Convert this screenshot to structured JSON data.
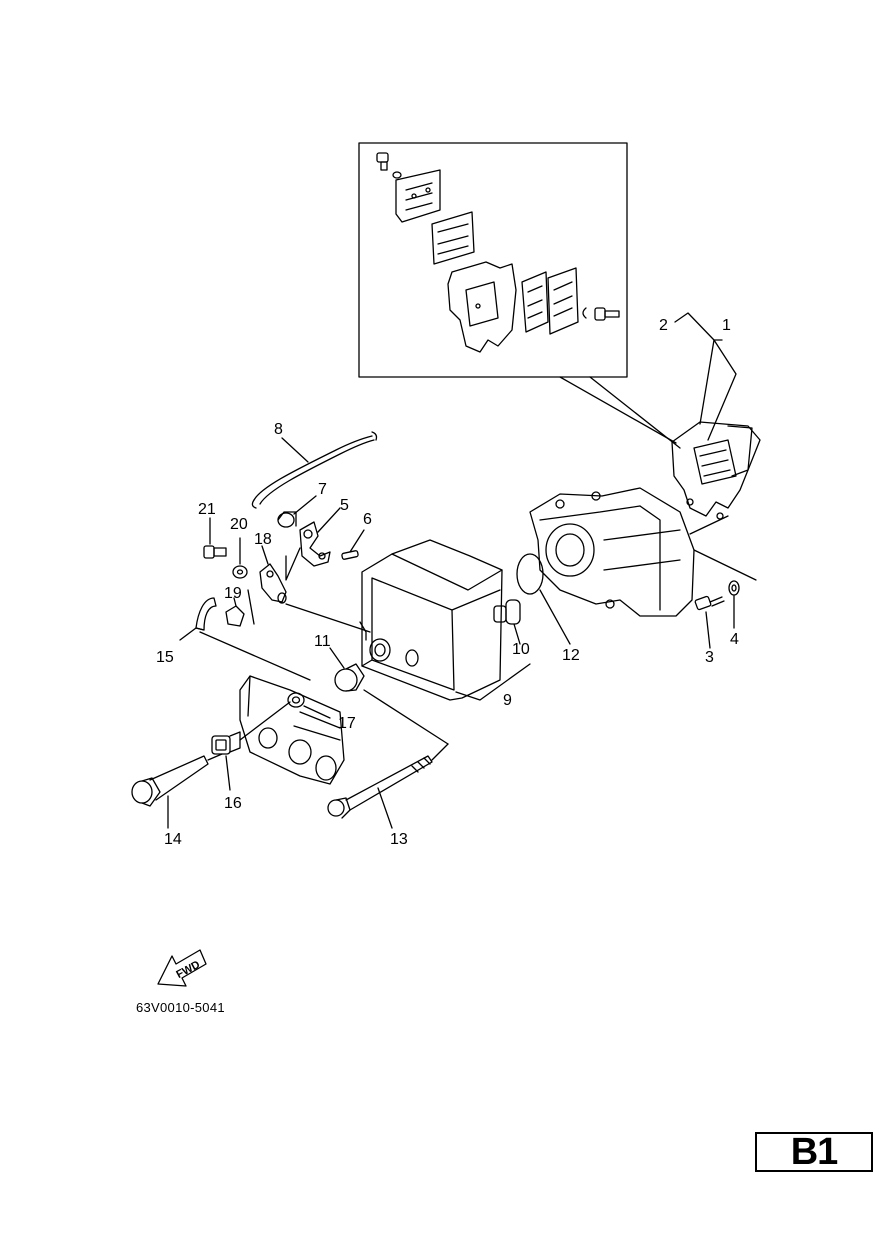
{
  "diagram": {
    "callouts": [
      "1",
      "2",
      "3",
      "4",
      "5",
      "6",
      "7",
      "8",
      "9",
      "10",
      "11",
      "12",
      "13",
      "14",
      "15",
      "16",
      "17",
      "18",
      "19",
      "20",
      "21"
    ],
    "direction_arrow_label": "FWD"
  },
  "drawing_code": "63V0010-5041",
  "page_label": "B1"
}
